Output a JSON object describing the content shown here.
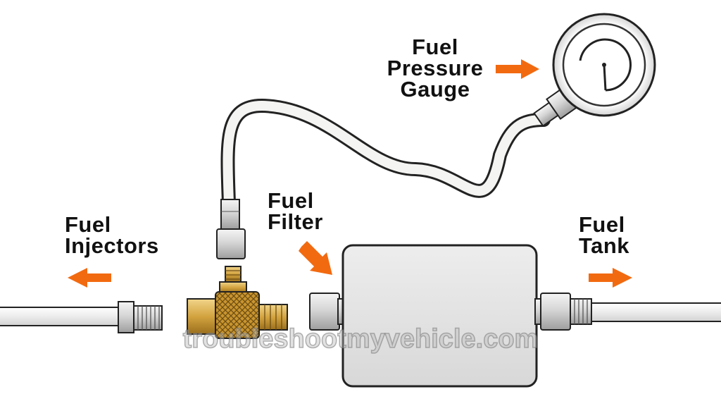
{
  "labels": {
    "fuel_pressure_gauge": [
      "Fuel",
      "Pressure",
      "Gauge"
    ],
    "fuel_filter": [
      "Fuel",
      "Filter"
    ],
    "fuel_injectors": [
      "Fuel",
      "Injectors"
    ],
    "fuel_tank": [
      "Fuel",
      "Tank"
    ]
  },
  "watermark": "troubleshootmyvehicle.com",
  "colors": {
    "arrow": "#f26a10",
    "brass": "#c8962f",
    "line": "#222222",
    "tube": "#eeeeec",
    "filter_body": "#e3e3e3"
  },
  "icons": [
    "fuel-pressure-gauge-icon",
    "tee-fitting-icon",
    "fuel-filter-icon",
    "hose-icon",
    "arrow-icon"
  ]
}
